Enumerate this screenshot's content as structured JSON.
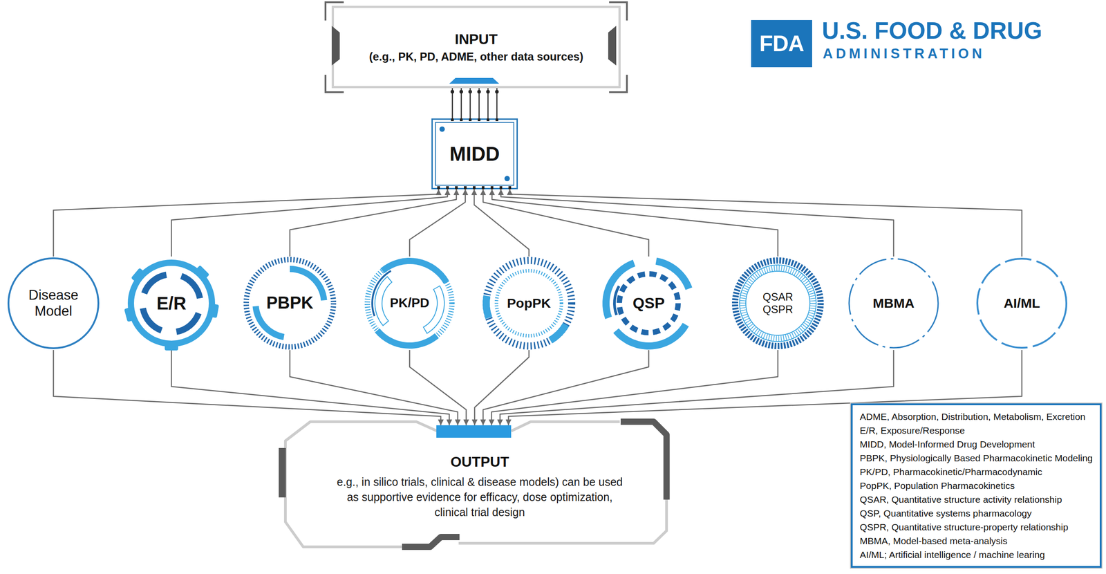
{
  "diagram": {
    "nodes": [
      {
        "text": [
          "INPUT",
          "(e.g., PK, PD, ADME, other data sources)"
        ]
      },
      {
        "text": [
          "FDA"
        ]
      },
      {
        "text": [
          "MIDD"
        ]
      },
      {
        "text": [
          "Disease Model"
        ]
      },
      {
        "text": [
          "E/R"
        ]
      },
      {
        "text": [
          "PBPK"
        ]
      },
      {
        "text": [
          "PK/PD"
        ]
      },
      {
        "text": [
          "PopPK"
        ]
      },
      {
        "text": [
          "QSP"
        ]
      },
      {
        "text": [
          "QSAR QSPR"
        ]
      },
      {
        "text": [
          "MBMA"
        ]
      },
      {
        "text": [
          "AI/ML"
        ]
      },
      {
        "text": [
          "OUTPUT",
          "e.g., in silico trials, clinical & disease models) can be used as supportive evidence for efficacy, dose optimization, clinical trial design"
        ]
      },
      {
        "text": [
          "ADME, Absorption, Distribution, Metabolism, Excretion",
          "E/R, Exposure/Response",
          "MIDD, Model-Informed Drug Development",
          "PBPK, Physiologically Based Pharmacokinetic Modeling",
          "PK/PD, Pharmacokinetic/Pharmacodynamic",
          "PopPK, Population Pharmacokinetics",
          "QSAR, Quantitative structure activity relationship",
          "QSP, Quantitative systems pharmacology",
          "QSPR, Quantitative structure-property relationship",
          "MBMA, Model-based meta-analysis",
          "AI/ML; Artificial intelligence / machine learing"
        ]
      }
    ],
    "edges": [
      {
        "from": 0,
        "to": 2,
        "arrow": "none"
      },
      {
        "from": 3,
        "to": 2,
        "arrow": "to"
      },
      {
        "from": 4,
        "to": 2,
        "arrow": "to"
      },
      {
        "from": 5,
        "to": 2,
        "arrow": "to"
      },
      {
        "from": 6,
        "to": 2,
        "arrow": "to"
      },
      {
        "from": 7,
        "to": 2,
        "arrow": "to"
      },
      {
        "from": 8,
        "to": 2,
        "arrow": "to"
      },
      {
        "from": 9,
        "to": 2,
        "arrow": "to"
      },
      {
        "from": 10,
        "to": 2,
        "arrow": "to"
      },
      {
        "from": 11,
        "to": 2,
        "arrow": "to"
      },
      {
        "from": 3,
        "to": 12,
        "arrow": "to"
      },
      {
        "from": 4,
        "to": 12,
        "arrow": "to"
      },
      {
        "from": 5,
        "to": 12,
        "arrow": "to"
      },
      {
        "from": 6,
        "to": 12,
        "arrow": "to"
      },
      {
        "from": 7,
        "to": 12,
        "arrow": "to"
      },
      {
        "from": 8,
        "to": 12,
        "arrow": "to"
      },
      {
        "from": 9,
        "to": 12,
        "arrow": "to"
      },
      {
        "from": 10,
        "to": 12,
        "arrow": "to"
      },
      {
        "from": 11,
        "to": 12,
        "arrow": "to"
      }
    ],
    "labels": [
      "U.S. FOOD & DRUG",
      "ADMINISTRATION"
    ]
  }
}
